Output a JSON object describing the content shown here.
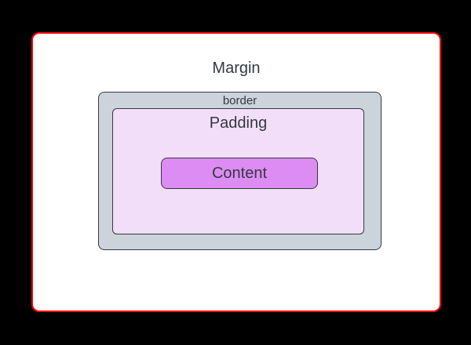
{
  "colors": {
    "page_background": "#000000",
    "text": "#333940",
    "margin_fill": "#ffffff",
    "margin_border": "#ff0000",
    "border_fill": "#ccd3da",
    "border_stroke": "#333940",
    "padding_fill": "#f3def9",
    "padding_stroke": "#333940",
    "content_fill": "#dc8cf3",
    "content_stroke": "#333940"
  },
  "boxes": {
    "margin": {
      "label": "Margin"
    },
    "border": {
      "label": "border"
    },
    "padding": {
      "label": "Padding"
    },
    "content": {
      "label": "Content"
    }
  }
}
